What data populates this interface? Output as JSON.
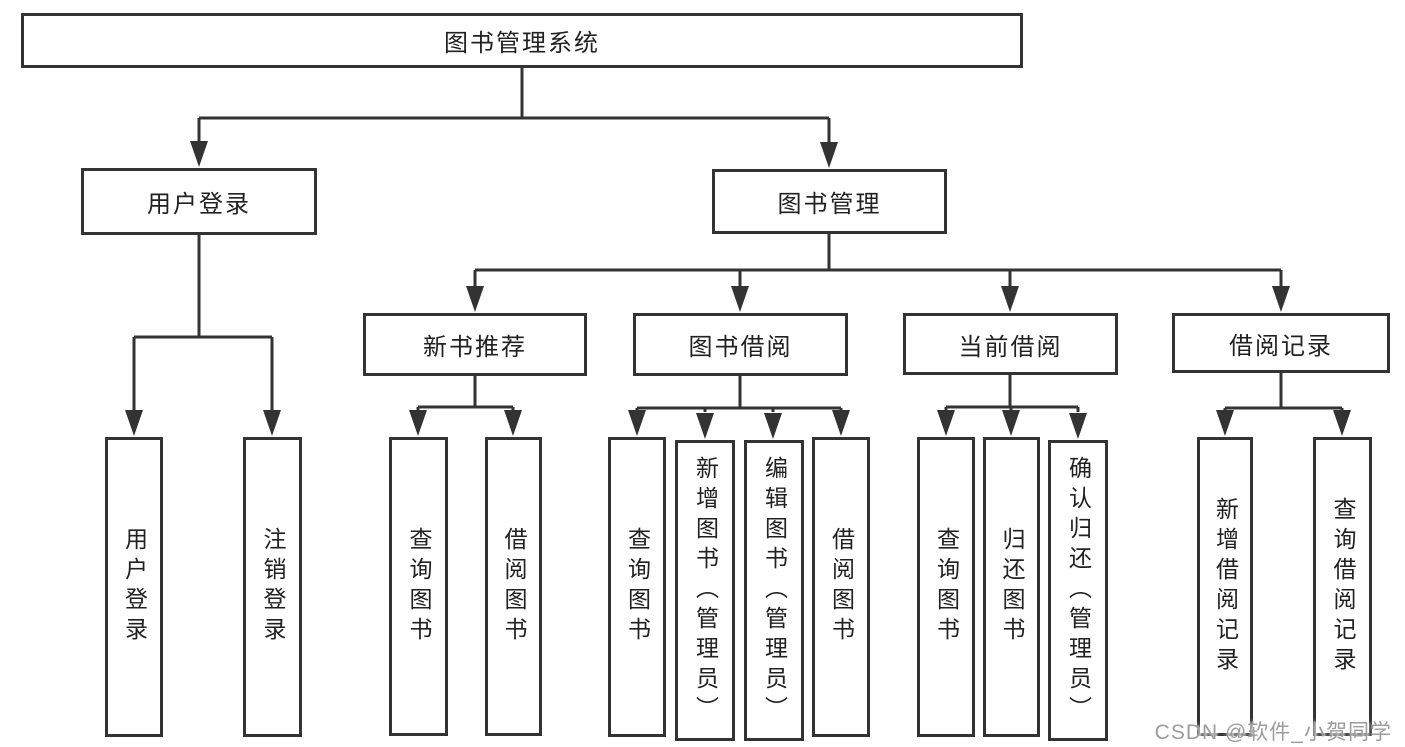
{
  "diagram": {
    "root": "图书管理系统",
    "user_login": {
      "label": "用户登录",
      "login": "用户登录",
      "logout": "注销登录"
    },
    "book_management": {
      "label": "图书管理",
      "new_book_recommend": {
        "label": "新书推荐",
        "query_books": "查询图书",
        "borrow_books": "借阅图书"
      },
      "book_borrowing": {
        "label": "图书借阅",
        "query_books": "查询图书",
        "add_books_admin": "新增图书（管理员）",
        "edit_books_admin": "编辑图书（管理员）",
        "borrow_books": "借阅图书"
      },
      "current_borrowing": {
        "label": "当前借阅",
        "query_books": "查询图书",
        "return_books": "归还图书",
        "confirm_return_admin": "确认归还（管理员）"
      },
      "borrowing_records": {
        "label": "借阅记录",
        "add_record": "新增借阅记录",
        "query_record": "查询借阅记录"
      }
    }
  },
  "watermark": "CSDN @软件_小贺同学",
  "colors": {
    "line": "#333333",
    "text": "#212121",
    "watermark": "#9c9c9c",
    "background": "#ffffff"
  }
}
